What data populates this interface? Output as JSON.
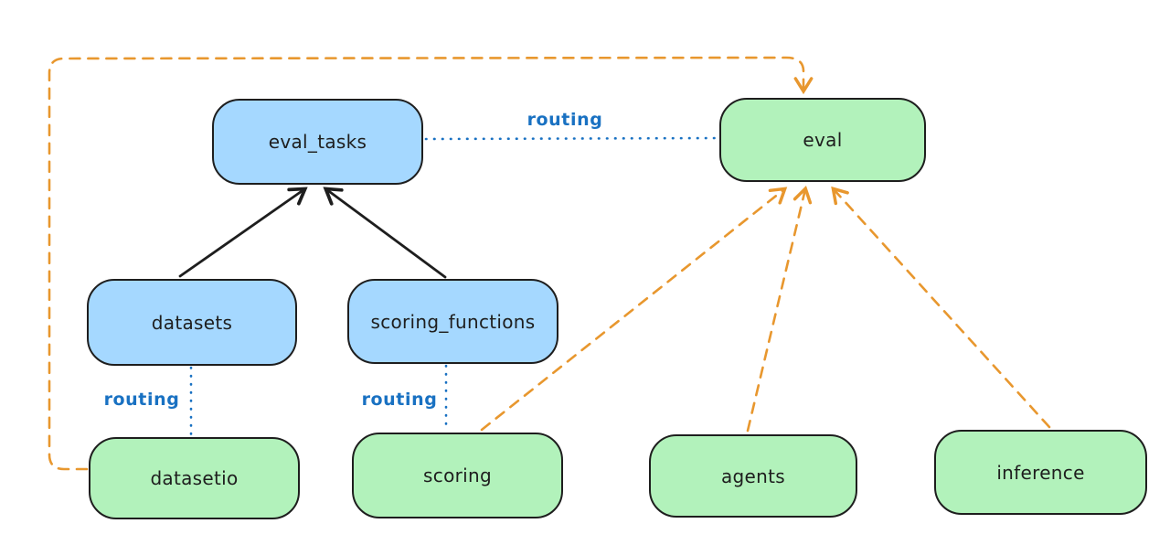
{
  "diagram": {
    "colors": {
      "node_blue_fill": "#a5d8ff",
      "node_green_fill": "#b2f2bb",
      "node_stroke": "#1e1e1e",
      "solid_arrow": "#1e1e1e",
      "routing_dotted": "#1971c2",
      "dashed_arrow": "#e8972e",
      "background": "#ffffff"
    },
    "nodes": [
      {
        "id": "eval_tasks",
        "label": "eval_tasks",
        "fill": "blue"
      },
      {
        "id": "eval",
        "label": "eval",
        "fill": "green"
      },
      {
        "id": "datasets",
        "label": "datasets",
        "fill": "blue"
      },
      {
        "id": "scoring_functions",
        "label": "scoring_functions",
        "fill": "blue"
      },
      {
        "id": "datasetio",
        "label": "datasetio",
        "fill": "green"
      },
      {
        "id": "scoring",
        "label": "scoring",
        "fill": "green"
      },
      {
        "id": "agents",
        "label": "agents",
        "fill": "green"
      },
      {
        "id": "inference",
        "label": "inference",
        "fill": "green"
      }
    ],
    "edges": [
      {
        "from": "datasets",
        "to": "eval_tasks",
        "style": "solid-black",
        "label": ""
      },
      {
        "from": "scoring_functions",
        "to": "eval_tasks",
        "style": "solid-black",
        "label": ""
      },
      {
        "from": "eval_tasks",
        "to": "eval",
        "style": "dotted-blue",
        "label": "routing"
      },
      {
        "from": "datasets",
        "to": "datasetio",
        "style": "dotted-blue",
        "label": "routing"
      },
      {
        "from": "scoring_functions",
        "to": "scoring",
        "style": "dotted-blue",
        "label": "routing"
      },
      {
        "from": "datasetio",
        "to": "eval",
        "style": "dashed-orange",
        "label": ""
      },
      {
        "from": "scoring",
        "to": "eval",
        "style": "dashed-orange",
        "label": ""
      },
      {
        "from": "agents",
        "to": "eval",
        "style": "dashed-orange",
        "label": ""
      },
      {
        "from": "inference",
        "to": "eval",
        "style": "dashed-orange",
        "label": ""
      }
    ]
  }
}
